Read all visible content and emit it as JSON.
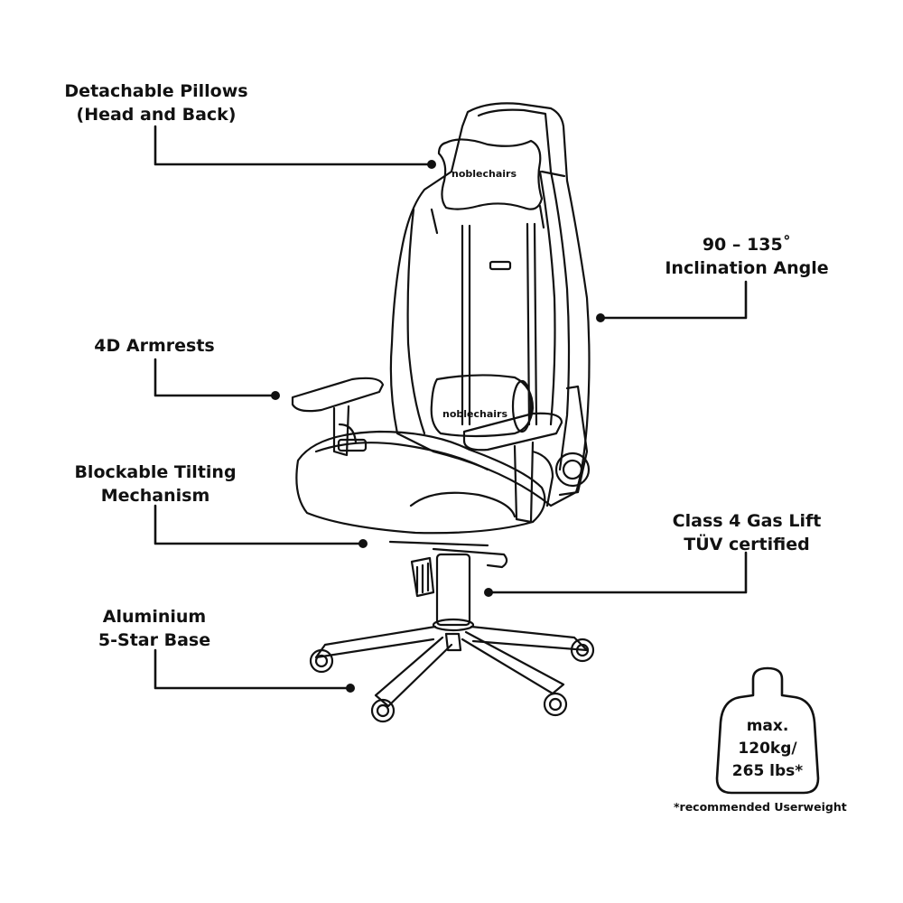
{
  "features": {
    "pillows": {
      "line1": "Detachable Pillows",
      "line2": "(Head and Back)"
    },
    "inclination": {
      "line1": "90 – 135˚",
      "line2": "Inclination Angle"
    },
    "armrests": {
      "line1": "4D Armrests"
    },
    "tilt": {
      "line1": "Blockable Tilting",
      "line2": "Mechanism"
    },
    "gaslift": {
      "line1": "Class 4 Gas Lift",
      "line2": "TÜV certified"
    },
    "base": {
      "line1": "Aluminium",
      "line2": "5-Star Base"
    }
  },
  "weight": {
    "line1": "max.",
    "line2": "120kg/",
    "line3": "265 lbs*",
    "footnote": "*recommended Userweight"
  },
  "branding": {
    "logo_text": "noblechairs"
  },
  "colors": {
    "line": "#111111",
    "background": "#ffffff"
  }
}
